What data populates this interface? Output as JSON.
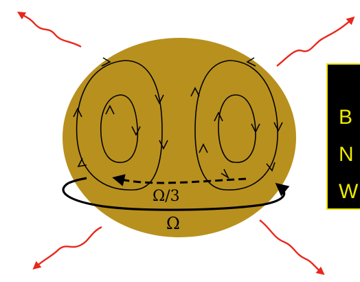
{
  "diagram": {
    "inner_rotation_label": "Ω/3",
    "outer_rotation_label": "Ω",
    "sphere_color": "#b8901e",
    "arrow_color": "#e8281c",
    "flow_line_color": "#000000"
  },
  "label_box": {
    "line1": "B",
    "line2": "N",
    "line3": "W",
    "text_color": "#ecea00",
    "background": "#000000"
  }
}
